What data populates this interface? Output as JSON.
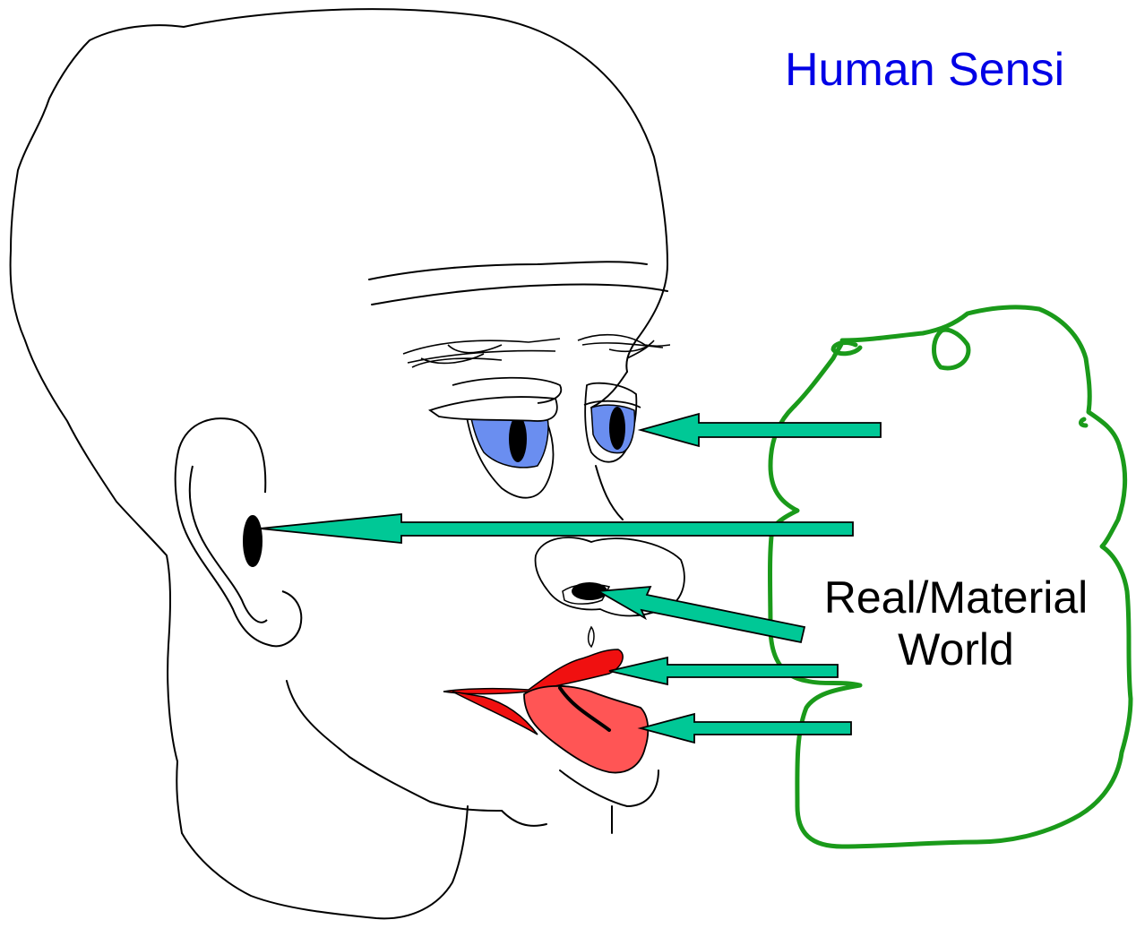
{
  "title": "Human Sensi",
  "world": {
    "line1": "Real/Material",
    "line2": "World"
  },
  "colors": {
    "title": "#0000e6",
    "arrow_fill": "#00c896",
    "world_outline": "#1a9a1a",
    "eye_iris": "#6a8ef0",
    "lips": "#f01010",
    "tongue": "#ff5555"
  },
  "senses": [
    {
      "organ": "eye-icon"
    },
    {
      "organ": "ear-icon"
    },
    {
      "organ": "nose-icon"
    },
    {
      "organ": "mouth-icon"
    },
    {
      "organ": "tongue-icon"
    }
  ]
}
